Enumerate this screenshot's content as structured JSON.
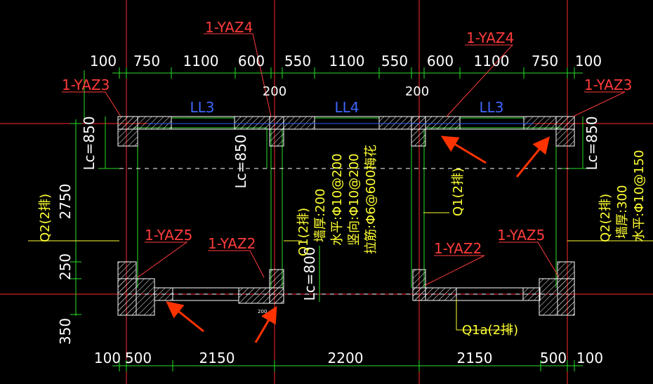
{
  "colors": {
    "background": "#000000",
    "axis": "#ff2a2a",
    "wall": "#ffffff",
    "hatch": "#ffffff",
    "dim": "#27e027",
    "dim_text": "#ffffff",
    "tag": "#ff3b3b",
    "beam_label": "#3f66ff",
    "note": "#ffff33",
    "arrow": "#ff3300",
    "guide": "#2a5bff"
  },
  "top_dims": [
    "100",
    "750",
    "1100",
    "600",
    "550",
    "1100",
    "550",
    "600",
    "1100",
    "750",
    "100"
  ],
  "bottom_dims": [
    "100",
    "500",
    "2150",
    "2200",
    "2150",
    "500",
    "100"
  ],
  "mid_dims": [
    "200",
    "200"
  ],
  "left_dims": [
    "2750",
    "250",
    "350"
  ],
  "beams": [
    "LL3",
    "LL4",
    "LL3"
  ],
  "tags": {
    "yaz3_left": "1-YAZ3",
    "yaz3_right": "1-YAZ3",
    "yaz4_top": "1-YAZ4",
    "yaz4_right": "1-YAZ4",
    "yaz5_left": "1-YAZ5",
    "yaz5_right": "1-YAZ5",
    "yaz2_left": "1-YAZ2",
    "yaz2_right": "1-YAZ2"
  },
  "lc": {
    "left": "Lc=850",
    "mid": "Lc=850",
    "right": "Lc=850",
    "bottom": "Lc=800"
  },
  "notes": {
    "q2_left": "Q2(2排)",
    "q1_block": [
      "Q1(2排)",
      "墙厚:200",
      "水平:Φ10@200",
      "竖向:Φ10@200",
      "拉筋:Φ6@600梅花"
    ],
    "q1_right": "Q1(2排)",
    "q2_right": [
      "Q2(2排)",
      "墙厚:300",
      "水平:Φ10@150"
    ],
    "q1a": "Q1a(2排)",
    "small_dim": "200"
  }
}
